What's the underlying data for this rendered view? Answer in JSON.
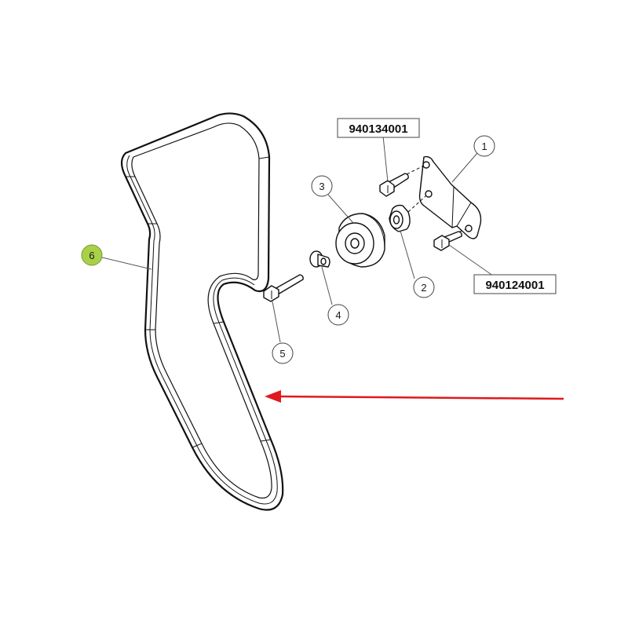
{
  "part_numbers": {
    "upper": "940134001",
    "lower": "940124001"
  },
  "callouts": {
    "c1": "1",
    "c2": "2",
    "c3": "3",
    "c4": "4",
    "c5": "5",
    "c6": "6"
  },
  "colors": {
    "arrow": "#e0191e",
    "highlight_callout": "#a8d048",
    "line": "#111111"
  }
}
